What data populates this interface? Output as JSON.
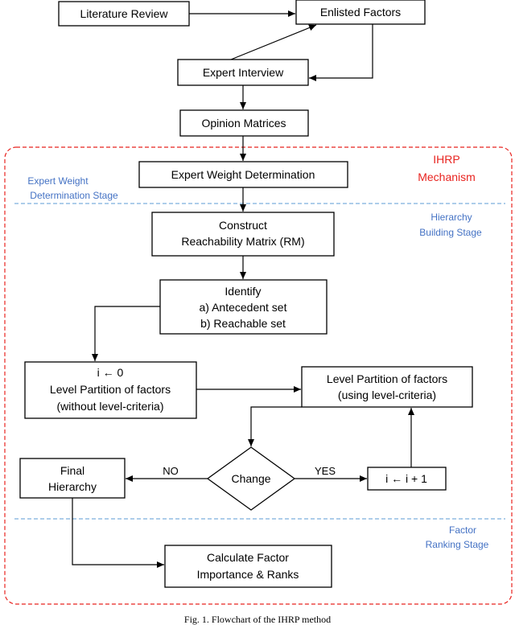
{
  "colors": {
    "stage_label": "#4472c4",
    "mechanism_label": "#e8231f",
    "dashed_border": "#e8231f",
    "stage_divider": "#5b9bd5"
  },
  "nodes": {
    "literature_review": "Literature Review",
    "enlisted_factors": "Enlisted Factors",
    "expert_interview": "Expert Interview",
    "opinion_matrices": "Opinion Matrices",
    "expert_weight": "Expert Weight Determination",
    "construct_rm": [
      "Construct",
      "Reachability Matrix (RM)"
    ],
    "identify": [
      "Identify",
      "a)  Antecedent set",
      "b)  Reachable set"
    ],
    "level_partition_initial": [
      "i ←  0",
      "Level Partition of factors",
      "(without level-criteria)"
    ],
    "level_partition_loop": [
      "Level Partition of factors",
      "(using level-criteria)"
    ],
    "change": "Change",
    "increment": "i ←  i + 1",
    "final_hierarchy": [
      "Final",
      "Hierarchy"
    ],
    "calculate": [
      "Calculate Factor",
      "Importance & Ranks"
    ]
  },
  "edge_labels": {
    "no": "NO",
    "yes": "YES"
  },
  "mechanism": [
    "IHRP",
    "Mechanism"
  ],
  "stages": {
    "expert_weight": [
      "Expert Weight",
      "Determination Stage"
    ],
    "hierarchy": [
      "Hierarchy",
      "Building Stage"
    ],
    "factor_ranking": [
      "Factor",
      "Ranking Stage"
    ]
  },
  "caption": "Fig. 1. Flowchart of the IHRP method"
}
